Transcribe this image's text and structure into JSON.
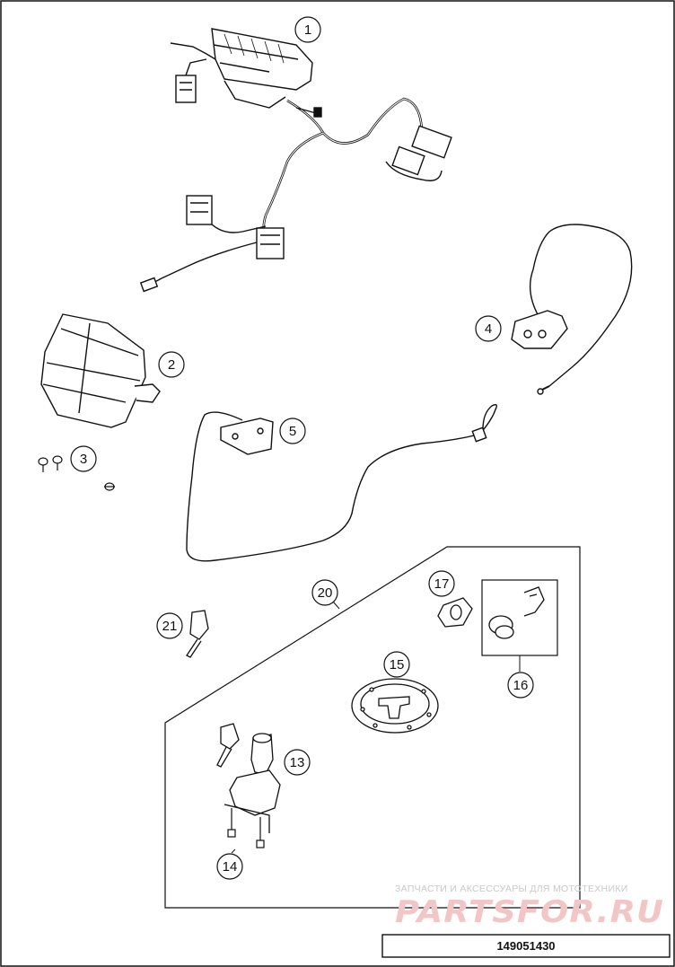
{
  "diagram": {
    "callouts": [
      "1",
      "2",
      "3",
      "4",
      "5",
      "13",
      "14",
      "15",
      "16",
      "17",
      "20",
      "21"
    ],
    "drawing_number": "149051430",
    "watermark": {
      "tagline": "ЗАПЧАСТИ И АКСЕССУАРЫ ДЛЯ МОТОТЕХНИКИ",
      "logo": "PARTSFOR.RU"
    },
    "colors": {
      "line": "#111111",
      "watermark_logo": "#f2c6c6",
      "watermark_tagline": "#c9c9c9"
    }
  }
}
